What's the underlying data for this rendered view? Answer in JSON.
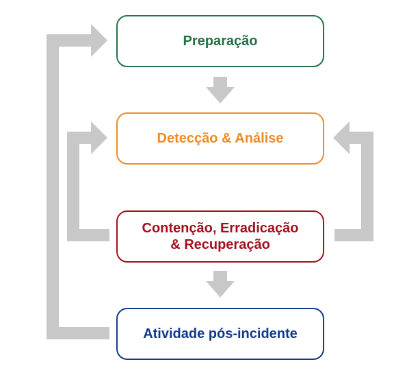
{
  "diagram": {
    "steps": [
      {
        "id": "prep",
        "label": "Preparação"
      },
      {
        "id": "det",
        "label": "Detecção & Análise"
      },
      {
        "id": "cont",
        "label_lines": [
          "Contenção, Erradicação",
          "& Recuperação"
        ]
      },
      {
        "id": "pos",
        "label": "Atividade pós-incidente"
      }
    ]
  },
  "colors": {
    "step_prep": "#217346",
    "step_det": "#f08a24",
    "step_cont": "#a1111c",
    "step_pos": "#123a8c",
    "arrow": "#c8c8c8"
  }
}
